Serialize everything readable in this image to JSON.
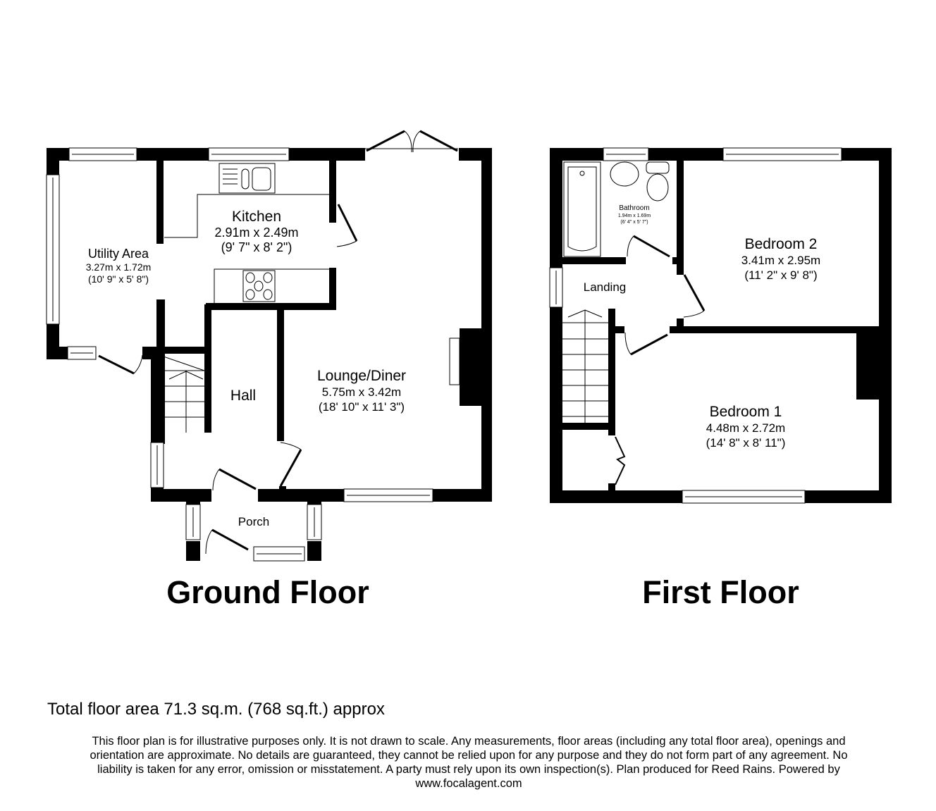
{
  "ground_floor": {
    "title": "Ground Floor",
    "rooms": [
      {
        "name": "Utility Area",
        "metric": "3.27m x 1.72m",
        "imperial": "(10' 9\" x 5' 8\")"
      },
      {
        "name": "Kitchen",
        "metric": "2.91m x 2.49m",
        "imperial": "(9' 7\" x 8' 2\")"
      },
      {
        "name": "Lounge/Diner",
        "metric": "5.75m x 3.42m",
        "imperial": "(18' 10\" x 11' 3\")"
      },
      {
        "name": "Hall"
      },
      {
        "name": "Porch"
      }
    ]
  },
  "first_floor": {
    "title": "First Floor",
    "rooms": [
      {
        "name": "Bathroom",
        "metric": "1.94m x 1.69m",
        "imperial": "(6' 4\" x 5' 7\")"
      },
      {
        "name": "Bedroom 2",
        "metric": "3.41m x 2.95m",
        "imperial": "(11' 2\" x 9' 8\")"
      },
      {
        "name": "Landing"
      },
      {
        "name": "Bedroom 1",
        "metric": "4.48m x 2.72m",
        "imperial": "(14' 8\" x 8' 11\")"
      }
    ]
  },
  "footer": {
    "total_area": "Total floor area 71.3 sq.m. (768 sq.ft.) approx",
    "disclaimer_lines": [
      "This floor plan is for illustrative purposes only. It is not drawn to scale. Any measurements, floor areas (including any total floor area), openings and",
      "orientation are approximate. No details are guaranteed, they cannot be relied upon for any purpose and they do not form part of any agreement. No",
      "liability is taken for any error, omission or misstatement. A party must rely upon its own inspection(s). Plan produced for Reed Rains. Powered by",
      "www.focalagent.com"
    ]
  },
  "colors": {
    "wall": "#000000",
    "background": "#ffffff"
  }
}
